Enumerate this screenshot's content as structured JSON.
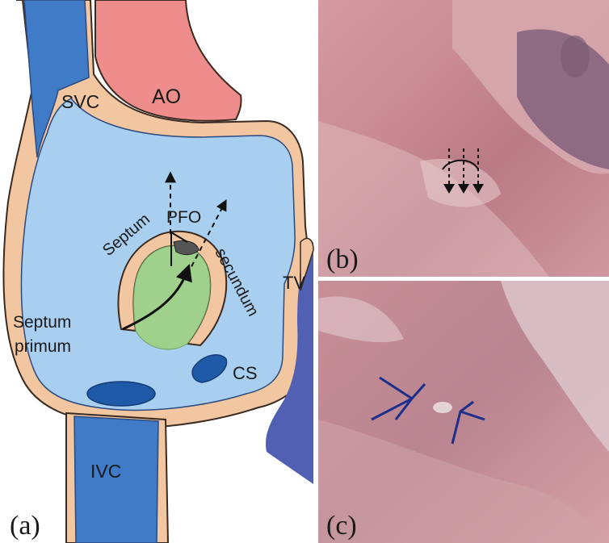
{
  "labels": {
    "svc": "SVC",
    "ao": "AO",
    "pfo": "PFO",
    "septum": "Septum",
    "secundum": "secundum",
    "tv": "TV",
    "septum_primum_1": "Septum",
    "septum_primum_2": "primum",
    "cs": "CS",
    "ivc": "IVC"
  },
  "panels": {
    "a": "(a)",
    "b": "(b)",
    "c": "(c)"
  },
  "colors": {
    "atrium": "#a9cff0",
    "wall": "#f2c6a0",
    "vein": "#3f7bc6",
    "aorta": "#ef8d8d",
    "septum_primum": "#9fd08c",
    "tv_region": "#5260b3",
    "cs": "#1e5aa8",
    "tissue": "#c98f98"
  }
}
